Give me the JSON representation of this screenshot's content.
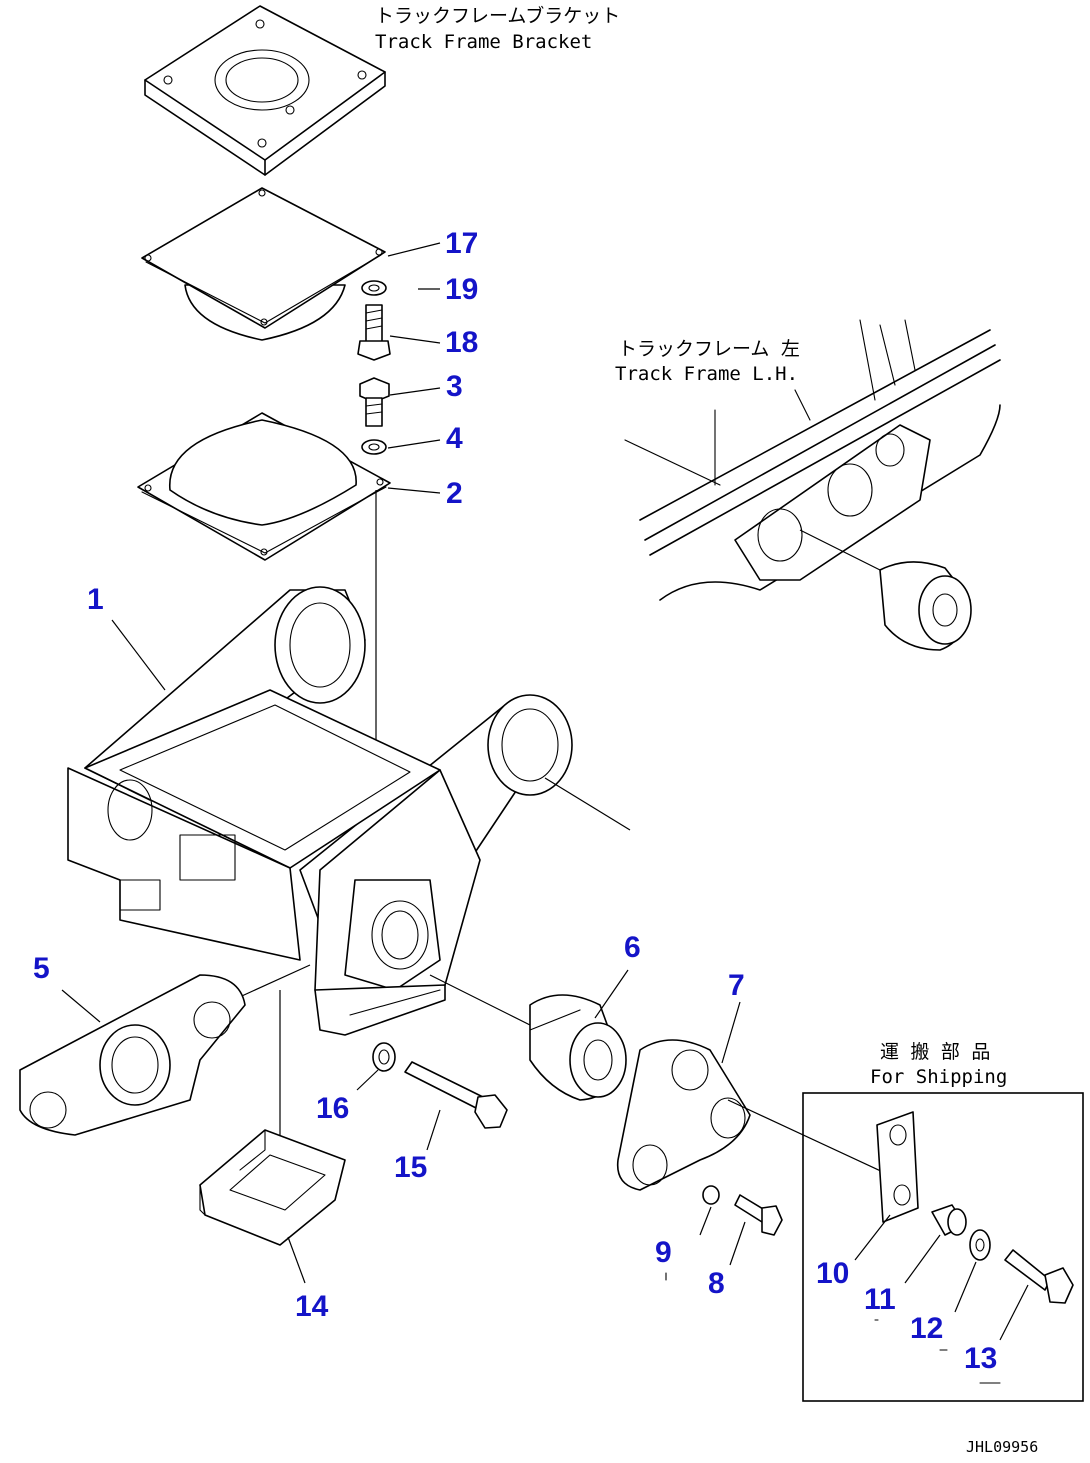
{
  "annotations": {
    "track_frame_bracket_jp": "トラックフレームブラケット",
    "track_frame_bracket_en": "Track Frame Bracket",
    "track_frame_lh_jp": "トラックフレーム 左",
    "track_frame_lh_en": "Track Frame L.H.",
    "for_shipping_jp": "運 搬 部 品",
    "for_shipping_en": "For Shipping"
  },
  "callouts": [
    "1",
    "2",
    "3",
    "4",
    "5",
    "6",
    "7",
    "8",
    "9",
    "10",
    "11",
    "12",
    "13",
    "14",
    "15",
    "16",
    "17",
    "18",
    "19"
  ],
  "drawing_code": "JHL09956",
  "colors": {
    "callout": "#1414c8",
    "line": "#000000",
    "background": "#ffffff"
  }
}
